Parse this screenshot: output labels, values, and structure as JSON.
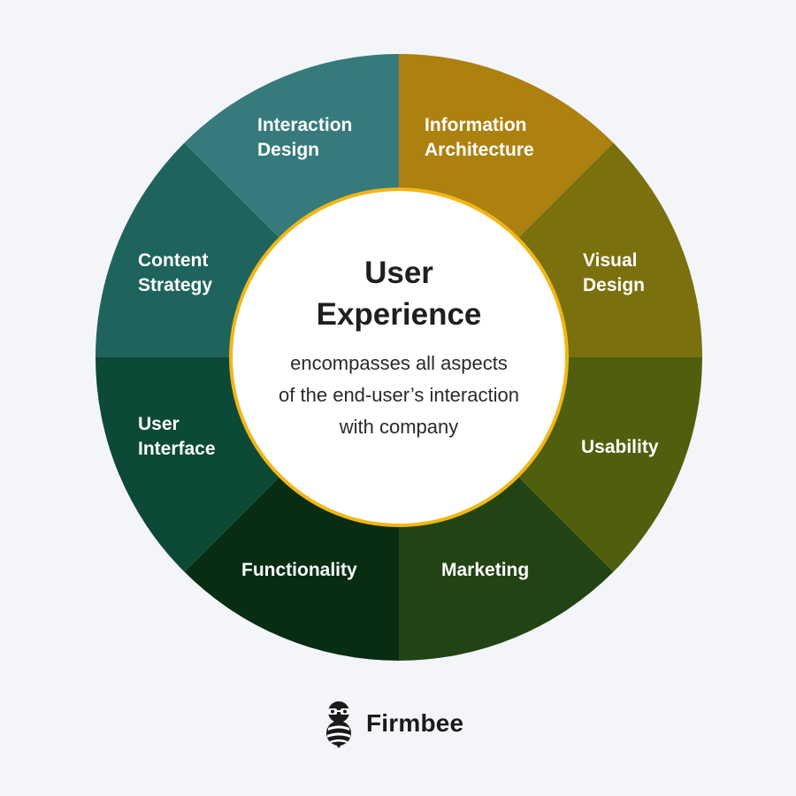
{
  "diagram": {
    "center": {
      "title_line1": "User",
      "title_line2": "Experience",
      "desc_line1": "encompasses all aspects",
      "desc_line2": "of the end-user’s interaction",
      "desc_line3": "with company",
      "ring_color": "#f2b617",
      "fill_color": "#ffffff"
    },
    "segments": [
      {
        "name": "information-architecture",
        "line1": "Information",
        "line2": "Architecture",
        "color": "#ad8110"
      },
      {
        "name": "visual-design",
        "line1": "Visual",
        "line2": "Design",
        "color": "#7b700e"
      },
      {
        "name": "usability",
        "line1": "Usability",
        "line2": "",
        "color": "#4f5f0d"
      },
      {
        "name": "marketing",
        "line1": "Marketing",
        "line2": "",
        "color": "#224414"
      },
      {
        "name": "functionality",
        "line1": "Functionality",
        "line2": "",
        "color": "#082d13"
      },
      {
        "name": "user-interface",
        "line1": "User",
        "line2": "Interface",
        "color": "#0c4936"
      },
      {
        "name": "content-strategy",
        "line1": "Content",
        "line2": "Strategy",
        "color": "#1e645c"
      },
      {
        "name": "interaction-design",
        "line1": "Interaction",
        "line2": "Design",
        "color": "#367a7b"
      }
    ]
  },
  "brand": {
    "name": "Firmbee",
    "logo_icon": "bee-mascot-icon"
  }
}
